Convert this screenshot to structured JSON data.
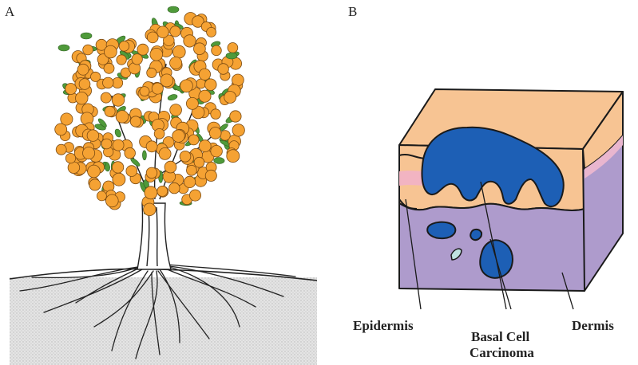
{
  "panels": {
    "a": {
      "label": "A"
    },
    "b": {
      "label": "B"
    }
  },
  "labels": {
    "epidermis": "Epidermis",
    "basal_cell_line1": "Basal Cell",
    "basal_cell_line2": "Carcinoma",
    "dermis": "Dermis"
  },
  "colors": {
    "fruit": "#f5a233",
    "leaf": "#4f9a3a",
    "ground": "#d9d9d9",
    "skin_top": "#f7c493",
    "epidermis_band": "#f2b4c2",
    "dermis": "#ae9bcc",
    "tumor": "#1d5fb5",
    "tumor_light": "#bfe3e0",
    "outline": "#1a1a1a"
  }
}
